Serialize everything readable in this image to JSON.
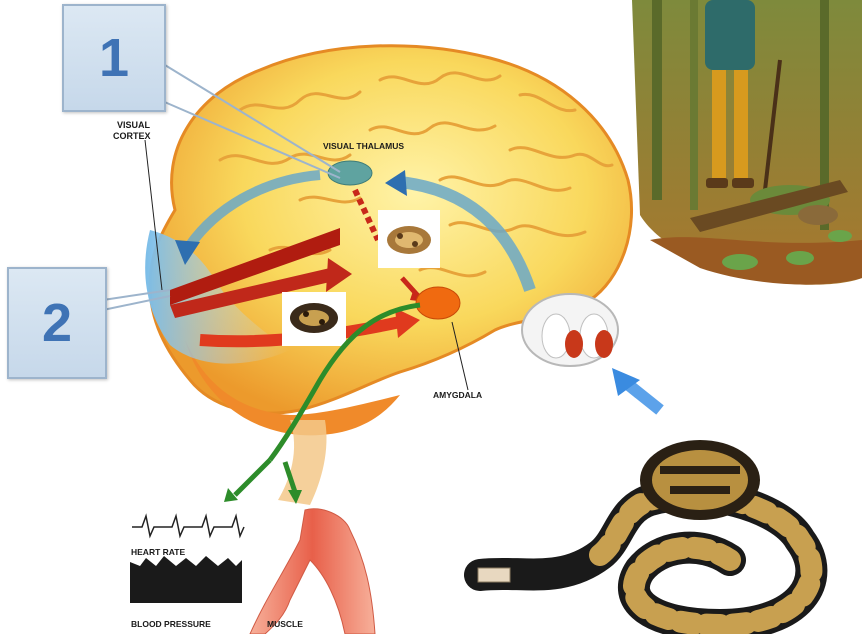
{
  "labels": {
    "visual_cortex_line1": "VISUAL",
    "visual_cortex_line2": "CORTEX",
    "visual_thalamus": "VISUAL THALAMUS",
    "amygdala": "AMYGDALA",
    "heart_rate": "HEART RATE",
    "blood_pressure": "BLOOD PRESSURE",
    "muscle": "MUSCLE"
  },
  "callouts": {
    "one": "1",
    "two": "2"
  },
  "colors": {
    "brain": "#f7d35a",
    "brain_shadow": "#e8902a",
    "cortex_blue": "#8cc6ec",
    "thalamus": "#5fa3a0",
    "amygdala": "#f06a10",
    "red_pathway": "#b01c10",
    "green_pathway": "#2d8c2a",
    "blue_arrow": "#3a8be0",
    "callout_text": "#3f73b5"
  }
}
